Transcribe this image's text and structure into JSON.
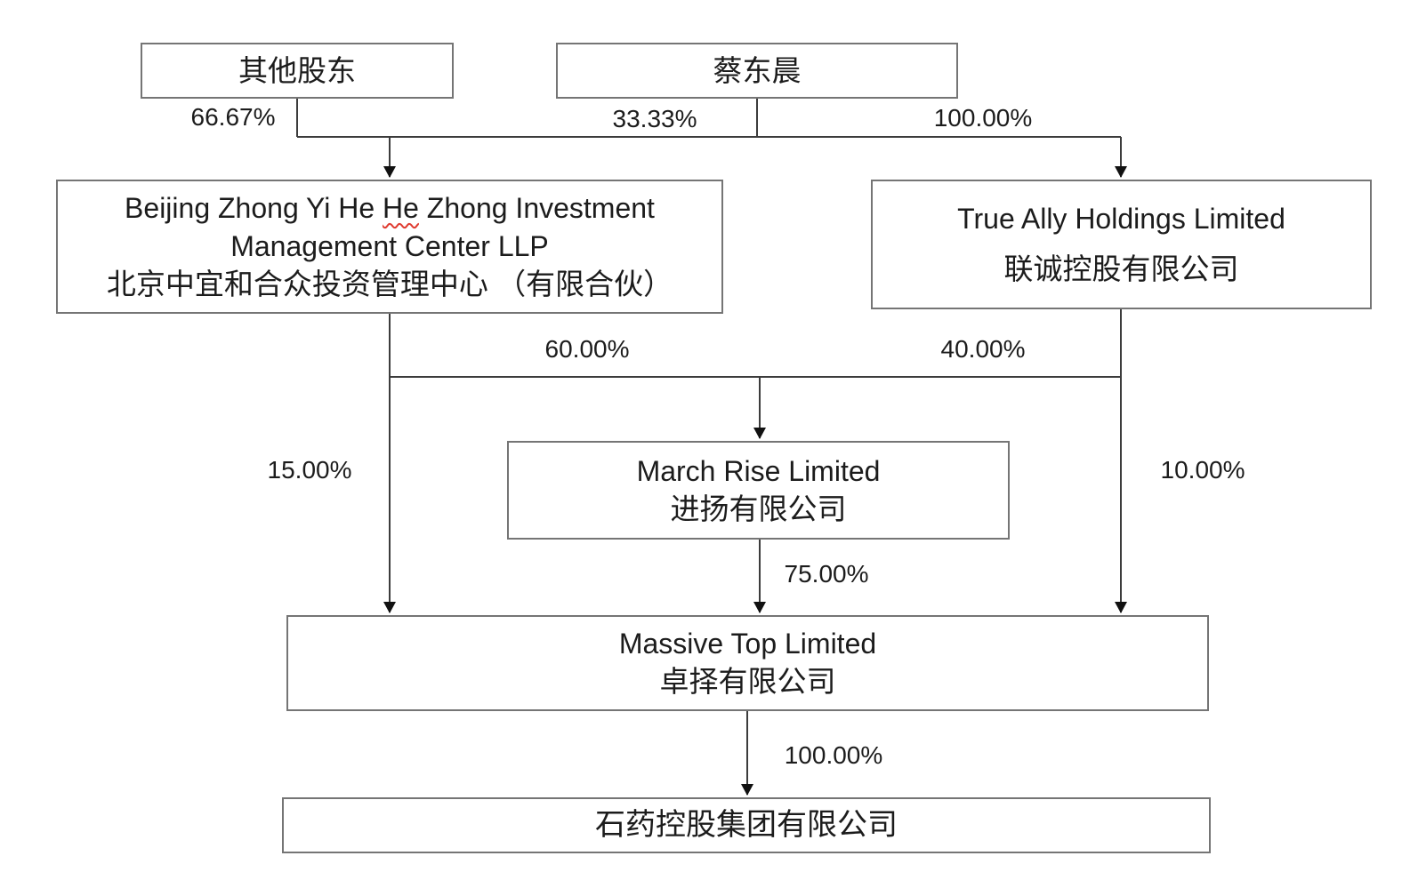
{
  "diagram_title": "Equity ownership structure chart",
  "nodes": {
    "other_shareholders": {
      "label": "其他股东"
    },
    "cai_dongchen": {
      "label": "蔡东晨"
    },
    "beijing_zhongyi": {
      "en_line1_pre": "Beijing Zhong Yi He ",
      "en_line1_underlined": "He",
      "en_line1_post": " Zhong Investment",
      "en_line2": "Management Center LLP",
      "cn": "北京中宜和合众投资管理中心 （有限合伙）"
    },
    "true_ally": {
      "en": "True Ally Holdings Limited",
      "cn": "联诚控股有限公司"
    },
    "march_rise": {
      "en": "March Rise Limited",
      "cn": "进扬有限公司"
    },
    "massive_top": {
      "en": "Massive Top Limited",
      "cn": "卓择有限公司"
    },
    "cspc_holding": {
      "label": "石药控股集团有限公司"
    }
  },
  "percentages": {
    "other_to_beijing": "66.67%",
    "cai_to_beijing": "33.33%",
    "cai_to_true_ally": "100.00%",
    "beijing_to_march_rise": "60.00%",
    "true_ally_to_march_rise": "40.00%",
    "beijing_to_massive_top": "15.00%",
    "true_ally_to_massive_top": "10.00%",
    "march_rise_to_massive_top": "75.00%",
    "massive_top_to_cspc": "100.00%"
  },
  "colors": {
    "background": "#ffffff",
    "box_border": "#757575",
    "connector_line": "#3c3c3c",
    "arrowhead": "#111111",
    "text": "#1c1c1c",
    "spellcheck_underline": "#e03c31"
  }
}
